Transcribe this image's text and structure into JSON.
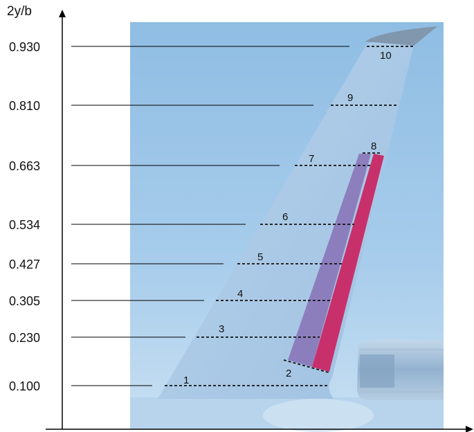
{
  "figure": {
    "y_axis_label": "2y/b",
    "levels": [
      {
        "value": "0.930",
        "section": "10"
      },
      {
        "value": "0.810",
        "section": "9"
      },
      {
        "value": "0.663",
        "section": "7"
      },
      {
        "value": "0.534",
        "section": "6"
      },
      {
        "value": "0.427",
        "section": "5"
      },
      {
        "value": "0.305",
        "section": "4"
      },
      {
        "value": "0.230",
        "section": "3"
      },
      {
        "value": "0.100",
        "section": "1"
      }
    ],
    "extra_sections": [
      "2",
      "8"
    ],
    "colors": {
      "background_panel": "#9cc6e8",
      "fin": "#a9c9e6",
      "rudder": "#c8306b",
      "rudder_hinge_band": "#8a76b8",
      "dashed_section": "#111111"
    }
  }
}
